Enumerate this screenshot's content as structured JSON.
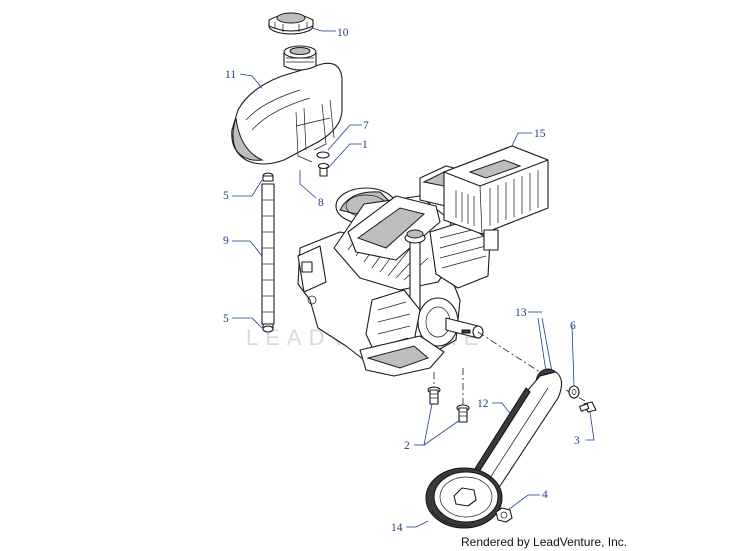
{
  "diagram": {
    "watermark": "LEADVENTURE",
    "footer": "Rendered by LeadVenture, Inc.",
    "callouts": {
      "c10": "10",
      "c11": "11",
      "c7": "7",
      "c1": "1",
      "c5a": "5",
      "c8": "8",
      "c9": "9",
      "c5b": "5",
      "c15": "15",
      "c13": "13",
      "c6": "6",
      "c12": "12",
      "c3": "3",
      "c2": "2",
      "c4": "4",
      "c14": "14"
    },
    "colors": {
      "callout": "#1a3f8f",
      "line": "#1b1b1b",
      "watermark": "#d9d9d9"
    }
  }
}
